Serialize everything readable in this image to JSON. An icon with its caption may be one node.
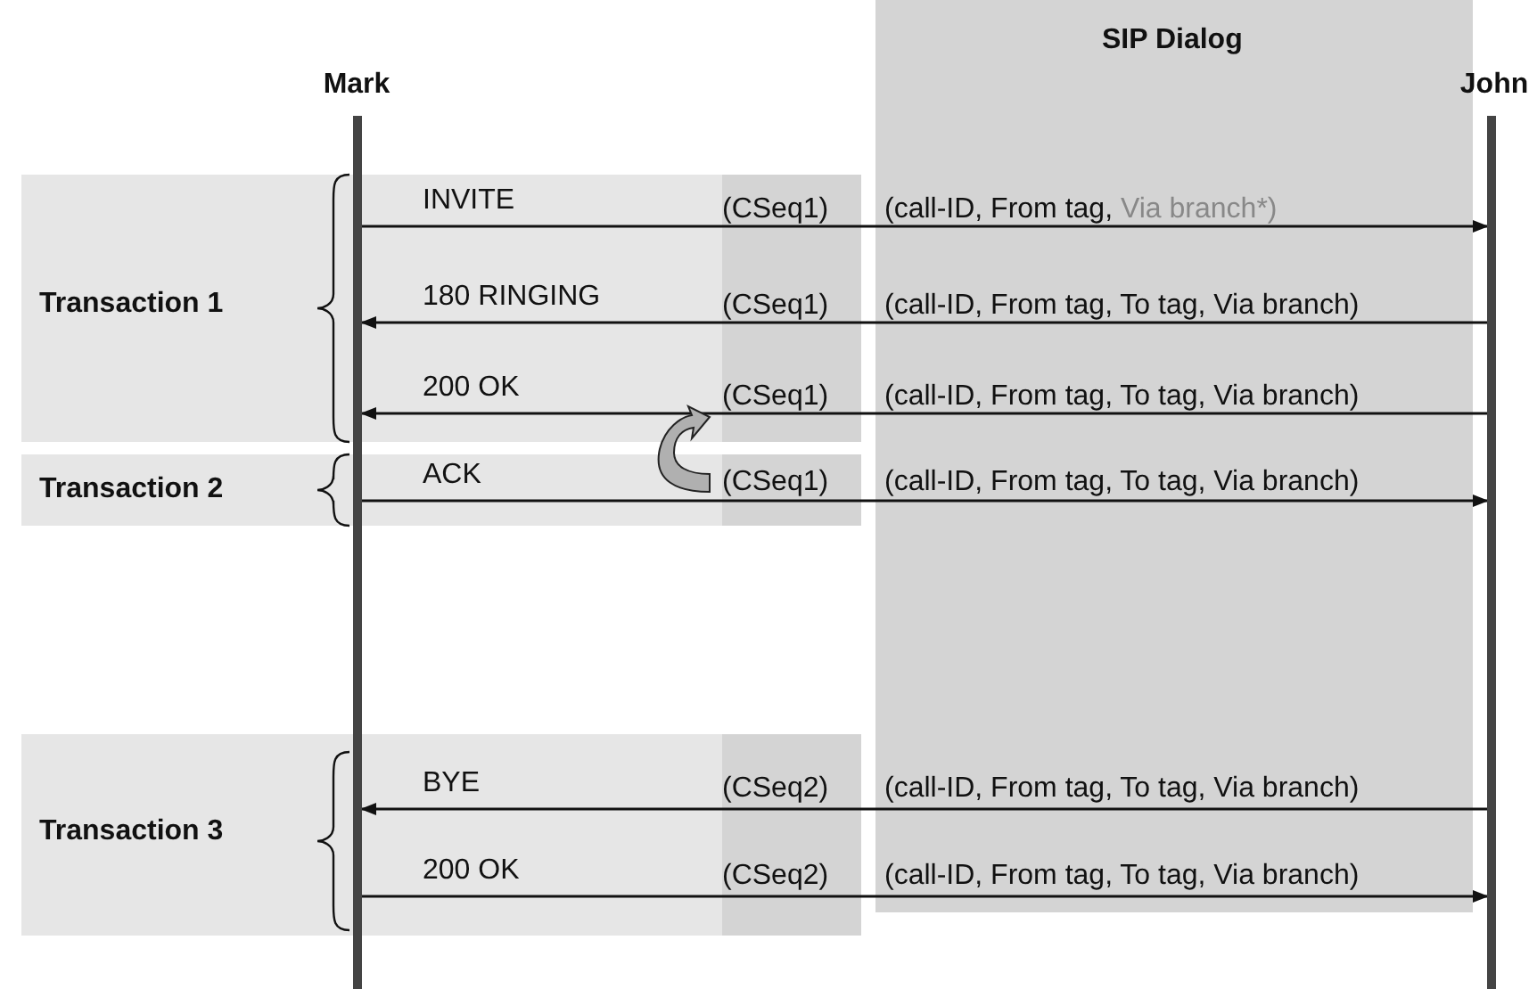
{
  "diagram": {
    "nodes": [
      {
        "text": [
          "Mark"
        ]
      },
      {
        "text": [
          "John"
        ]
      }
    ],
    "edges": [
      {
        "from": 0,
        "to": 1,
        "arrow": "to",
        "label": "INVITE"
      },
      {
        "from": 1,
        "to": 0,
        "arrow": "to",
        "label": "180 RINGING"
      },
      {
        "from": 1,
        "to": 0,
        "arrow": "to",
        "label": "200 OK"
      },
      {
        "from": 0,
        "to": 1,
        "arrow": "to",
        "label": "ACK"
      },
      {
        "from": 1,
        "to": 0,
        "arrow": "to",
        "label": "BYE"
      },
      {
        "from": 0,
        "to": 1,
        "arrow": "to",
        "label": "200 OK"
      }
    ],
    "labels": [
      "SIP Dialog",
      "(CSeq1)",
      "(call-ID, From tag,",
      "Via branch*",
      ")",
      "Transaction 1",
      "(CSeq1)",
      "(call-ID, From tag, To tag, Via branch)",
      "(CSeq1)",
      "(call-ID, From tag, To tag, Via branch)",
      "Transaction 2",
      "(CSeq1)",
      "(call-ID, From tag, To tag, Via branch)",
      "Transaction 3",
      "(CSeq2)",
      "(call-ID, From tag, To tag, Via branch)",
      "(CSeq2)",
      "(call-ID, From tag, To tag, Via branch)"
    ]
  }
}
